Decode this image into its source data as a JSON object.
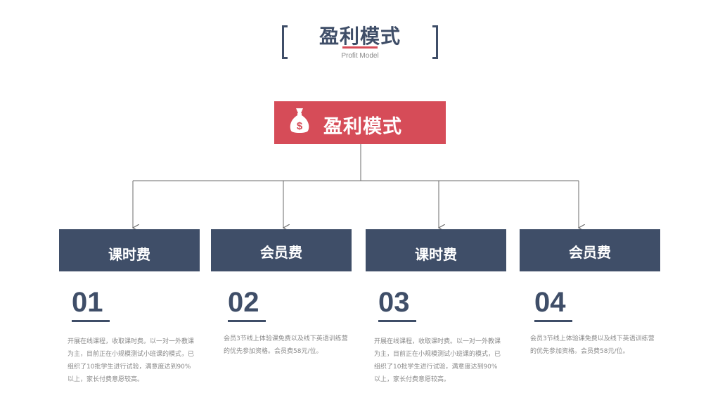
{
  "header": {
    "title": "盈利模式",
    "subtitle": "Profit Model"
  },
  "root": {
    "label": "盈利模式",
    "icon": "money-bag-icon"
  },
  "categories": [
    {
      "label": "课时费",
      "number": "01",
      "description": "开展在线课程，收取课时费。以一对一外教课为主，目前正在小规模测试小班课的模式，已组织了10批学生进行试验，满意度达到90%以上，家长付费意愿较高。"
    },
    {
      "label": "会员费",
      "number": "02",
      "description": "会员3节线上体验课免费以及线下英语训练营的优先参加资格。会员费58元/位。"
    },
    {
      "label": "课时费",
      "number": "03",
      "description": "开展在线课程，收取课时费。以一对一外教课为主，目前正在小规模测试小班课的模式，已组织了10批学生进行试验，满意度达到90%以上，家长付费意愿较高。"
    },
    {
      "label": "会员费",
      "number": "04",
      "description": "会员3节线上体验课免费以及线下英语训练营的优先参加资格。会员费58元/位。"
    }
  ],
  "colors": {
    "primary": "#3f4e68",
    "accent": "#d64c58",
    "muted_text": "#8a8a8a"
  }
}
